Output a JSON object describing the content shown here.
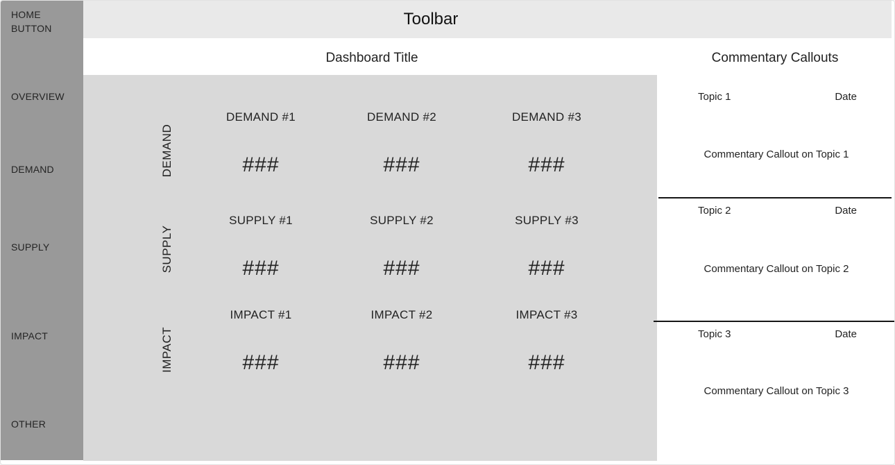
{
  "colors": {
    "sidebar-bg": "#999999",
    "toolbar-bg": "#e9e9e9",
    "panel-bg": "#d9d9d9",
    "text": "#222222",
    "divider": "#151515"
  },
  "sidebar": {
    "items": [
      {
        "id": "home",
        "label": "HOME BUTTON"
      },
      {
        "id": "overview",
        "label": "OVERVIEW"
      },
      {
        "id": "demand",
        "label": "DEMAND"
      },
      {
        "id": "supply",
        "label": "SUPPLY"
      },
      {
        "id": "impact",
        "label": "IMPACT"
      },
      {
        "id": "other",
        "label": "OTHER"
      }
    ]
  },
  "toolbar": {
    "title": "Toolbar"
  },
  "main": {
    "dashboard_title": "Dashboard Title"
  },
  "grid": {
    "rows": [
      {
        "label": "DEMAND",
        "cells": [
          {
            "title": "DEMAND #1",
            "value": "###"
          },
          {
            "title": "DEMAND #2",
            "value": "###"
          },
          {
            "title": "DEMAND #3",
            "value": "###"
          }
        ]
      },
      {
        "label": "SUPPLY",
        "cells": [
          {
            "title": "SUPPLY #1",
            "value": "###"
          },
          {
            "title": "SUPPLY #2",
            "value": "###"
          },
          {
            "title": "SUPPLY #3",
            "value": "###"
          }
        ]
      },
      {
        "label": "IMPACT",
        "cells": [
          {
            "title": "IMPACT #1",
            "value": "###"
          },
          {
            "title": "IMPACT #2",
            "value": "###"
          },
          {
            "title": "IMPACT #3",
            "value": "###"
          }
        ]
      }
    ]
  },
  "commentary": {
    "title": "Commentary Callouts",
    "sections": [
      {
        "topic": "Topic 1",
        "date": "Date",
        "body": "Commentary Callout on Topic 1"
      },
      {
        "topic": "Topic 2",
        "date": "Date",
        "body": "Commentary Callout on Topic 2"
      },
      {
        "topic": "Topic 3",
        "date": "Date",
        "body": "Commentary Callout on Topic 3"
      }
    ]
  }
}
